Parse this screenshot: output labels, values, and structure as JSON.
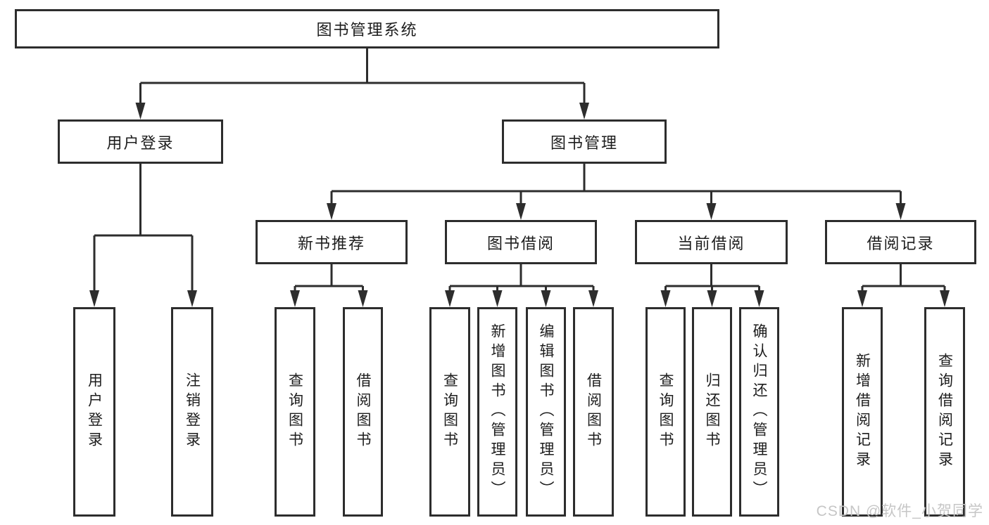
{
  "diagram": {
    "title": "图书管理系统",
    "tree": {
      "label": "图书管理系统",
      "children": [
        {
          "label": "用户登录",
          "children": [
            {
              "label": "用户登录"
            },
            {
              "label": "注销登录"
            }
          ]
        },
        {
          "label": "图书管理",
          "children": [
            {
              "label": "新书推荐",
              "children": [
                {
                  "label": "查询图书"
                },
                {
                  "label": "借阅图书"
                }
              ]
            },
            {
              "label": "图书借阅",
              "children": [
                {
                  "label": "查询图书"
                },
                {
                  "label": "新增图书（管理员）"
                },
                {
                  "label": "编辑图书（管理员）"
                },
                {
                  "label": "借阅图书"
                }
              ]
            },
            {
              "label": "当前借阅",
              "children": [
                {
                  "label": "查询图书"
                },
                {
                  "label": "归还图书"
                },
                {
                  "label": "确认归还（管理员）"
                }
              ]
            },
            {
              "label": "借阅记录",
              "children": [
                {
                  "label": "新增借阅记录"
                },
                {
                  "label": "查询借阅记录"
                }
              ]
            }
          ]
        }
      ]
    },
    "watermark": "CSDN @软件_小贺同学",
    "colors": {
      "line": "#2d2d2d",
      "box_border": "#2d2d2d",
      "text": "#1d1d1d",
      "watermark": "#c6c6c6",
      "background": "#ffffff"
    }
  }
}
